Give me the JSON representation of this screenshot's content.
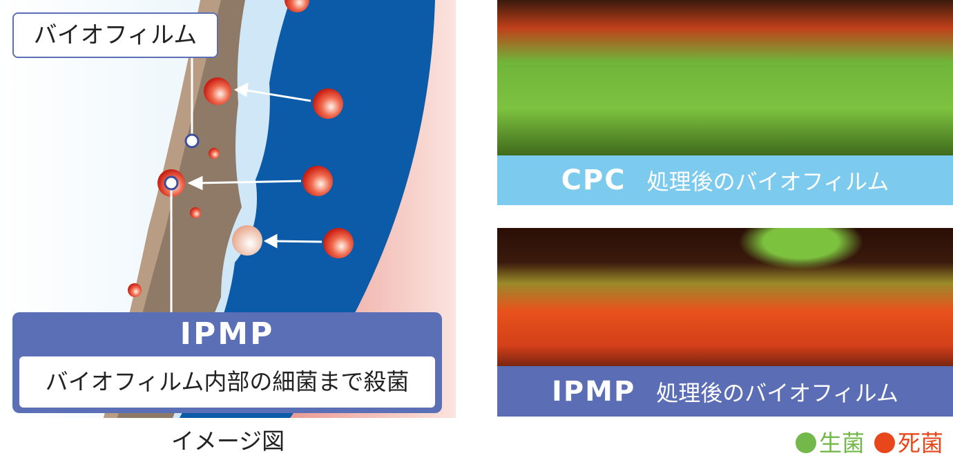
{
  "illustration": {
    "biofilm_label": "バイオフィルム",
    "agent_title": "IPMP",
    "agent_description": "バイオフィルム内部の細菌まで殺菌",
    "caption": "イメージ図"
  },
  "micrographs": [
    {
      "agent": "CPC",
      "label": "処理後のバイオフィルム",
      "bar_color": "#7ccbee"
    },
    {
      "agent": "IPMP",
      "label": "処理後のバイオフィルム",
      "bar_color": "#5a6db5"
    }
  ],
  "legend": [
    {
      "label": "生菌",
      "color": "#72b84a"
    },
    {
      "label": "死菌",
      "color": "#e8471c"
    }
  ]
}
